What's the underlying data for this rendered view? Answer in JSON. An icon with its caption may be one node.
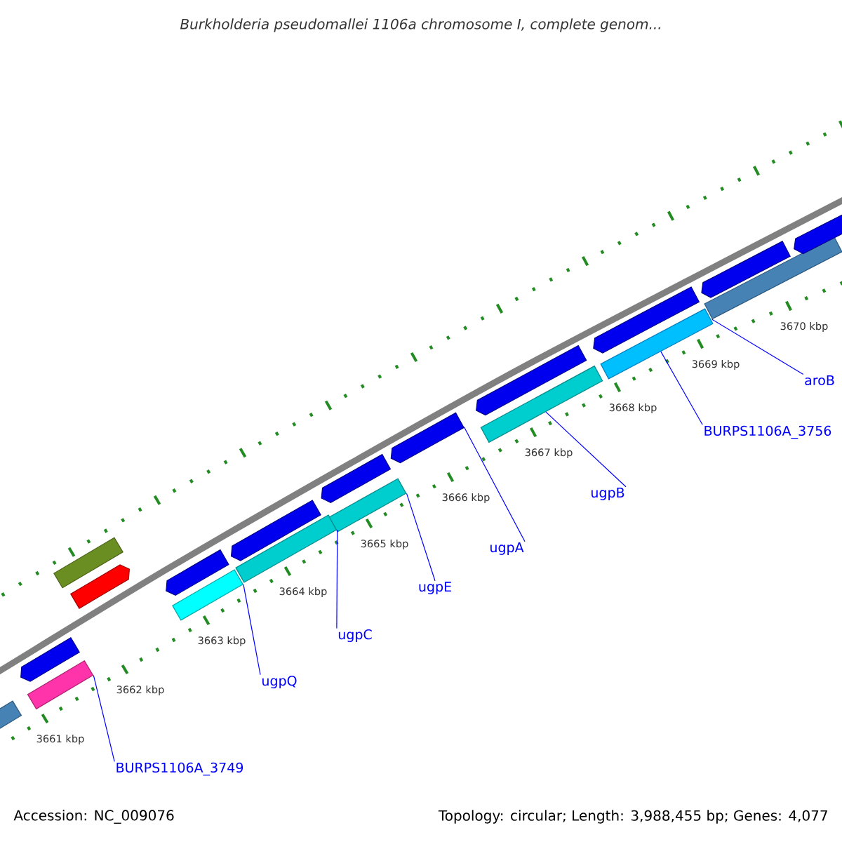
{
  "diagram": {
    "title": "Burkholderia pseudomallei 1106a chromosome I, complete genom...",
    "nodes": [
      {
        "text": [
          "BURPS1106A_3749"
        ]
      },
      {
        "text": [
          "ugpQ"
        ]
      },
      {
        "text": [
          "ugpC"
        ]
      },
      {
        "text": [
          "ugpE"
        ]
      },
      {
        "text": [
          "ugpA"
        ]
      },
      {
        "text": [
          "ugpB"
        ]
      },
      {
        "text": [
          "BURPS1106A_3756"
        ]
      },
      {
        "text": [
          "aroB"
        ]
      },
      {
        "text": [],
        "shape": "bar"
      },
      {
        "text": [],
        "shape": "arrow"
      },
      {
        "text": [],
        "shape": "bar"
      },
      {
        "text": [],
        "shape": "bar"
      },
      {
        "text": [],
        "shape": "arrow"
      },
      {
        "text": [],
        "shape": "arrow"
      },
      {
        "text": [],
        "shape": "bar"
      },
      {
        "text": [],
        "shape": "arrow"
      },
      {
        "text": [],
        "shape": "bar"
      },
      {
        "text": [],
        "shape": "arrow"
      },
      {
        "text": [],
        "shape": "bar"
      },
      {
        "text": [],
        "shape": "arrow"
      },
      {
        "text": [],
        "shape": "arrow"
      },
      {
        "text": [],
        "shape": "bar"
      },
      {
        "text": [],
        "shape": "arrow"
      },
      {
        "text": [],
        "shape": "bar"
      },
      {
        "text": [],
        "shape": "arrow"
      },
      {
        "text": [],
        "shape": "bar"
      },
      {
        "text": [],
        "shape": "arrow"
      }
    ],
    "edges": [
      {
        "from": 0,
        "to": 10,
        "arrow": "none"
      },
      {
        "from": 1,
        "to": 14,
        "arrow": "none"
      },
      {
        "from": 2,
        "to": 16,
        "arrow": "none"
      },
      {
        "from": 3,
        "to": 18,
        "arrow": "none"
      },
      {
        "from": 4,
        "to": 19,
        "arrow": "none"
      },
      {
        "from": 5,
        "to": 21,
        "arrow": "none"
      },
      {
        "from": 6,
        "to": 23,
        "arrow": "none"
      },
      {
        "from": 7,
        "to": 25,
        "arrow": "none"
      }
    ],
    "labels": [
      "3661 kbp",
      "3662 kbp",
      "3663 kbp",
      "3664 kbp",
      "3665 kbp",
      "3666 kbp",
      "3667 kbp",
      "3668 kbp",
      "3669 kbp",
      "3670 kbp",
      "Accession: NC_009076",
      "Topology: circular; Length: 3,988,455 bp; Genes: 4,077"
    ]
  }
}
